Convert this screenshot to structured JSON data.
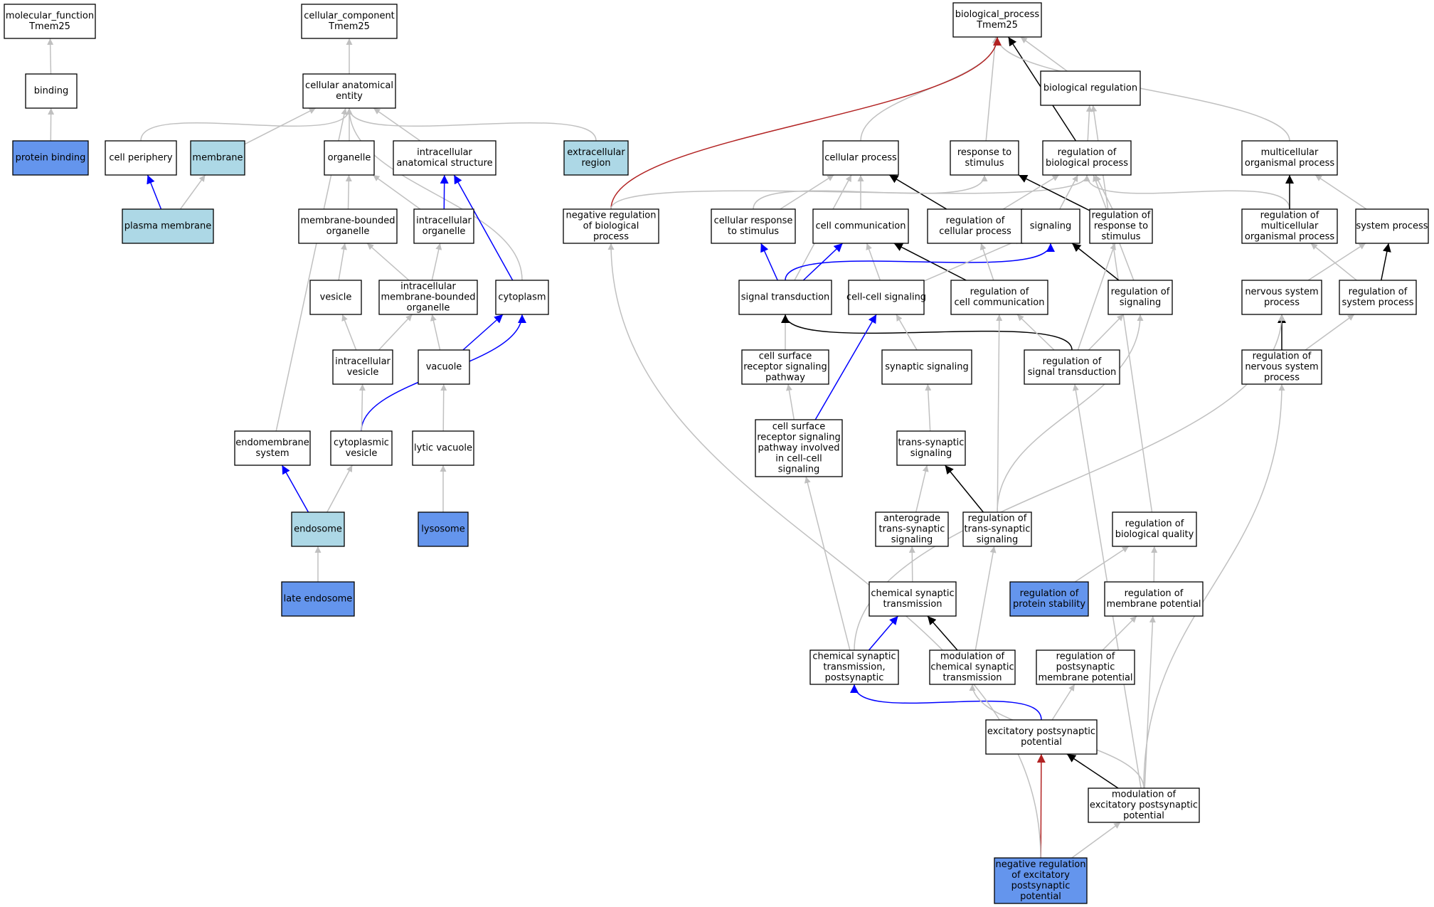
{
  "colors": {
    "default_fill": "#ffffff",
    "light_fill": "#add8e6",
    "annotated_fill": "#6495ed",
    "is_a": "#c0c0c0",
    "part_of": "#0000ff",
    "regulates": "#000000",
    "negatively_regulates": "#b22222"
  },
  "nodes": [
    {
      "id": "mf",
      "lines": [
        "molecular_function",
        "Tmem25"
      ],
      "fill": "default"
    },
    {
      "id": "binding",
      "lines": [
        "binding"
      ],
      "fill": "default"
    },
    {
      "id": "protein_binding",
      "lines": [
        "protein binding"
      ],
      "fill": "annotated"
    },
    {
      "id": "cc",
      "lines": [
        "cellular_component",
        "Tmem25"
      ],
      "fill": "default"
    },
    {
      "id": "cae",
      "lines": [
        "cellular anatomical",
        "entity"
      ],
      "fill": "default"
    },
    {
      "id": "cell_periphery",
      "lines": [
        "cell periphery"
      ],
      "fill": "default"
    },
    {
      "id": "membrane",
      "lines": [
        "membrane"
      ],
      "fill": "light"
    },
    {
      "id": "organelle",
      "lines": [
        "organelle"
      ],
      "fill": "default"
    },
    {
      "id": "ias",
      "lines": [
        "intracellular",
        "anatomical structure"
      ],
      "fill": "default"
    },
    {
      "id": "extracellular_region",
      "lines": [
        "extracellular",
        "region"
      ],
      "fill": "light"
    },
    {
      "id": "plasma_membrane",
      "lines": [
        "plasma membrane"
      ],
      "fill": "light"
    },
    {
      "id": "mbo",
      "lines": [
        "membrane-bounded",
        "organelle"
      ],
      "fill": "default"
    },
    {
      "id": "io",
      "lines": [
        "intracellular",
        "organelle"
      ],
      "fill": "default"
    },
    {
      "id": "vesicle",
      "lines": [
        "vesicle"
      ],
      "fill": "default"
    },
    {
      "id": "imbo",
      "lines": [
        "intracellular",
        "membrane-bounded",
        "organelle"
      ],
      "fill": "default"
    },
    {
      "id": "cytoplasm",
      "lines": [
        "cytoplasm"
      ],
      "fill": "default"
    },
    {
      "id": "ivesicle",
      "lines": [
        "intracellular",
        "vesicle"
      ],
      "fill": "default"
    },
    {
      "id": "vacuole",
      "lines": [
        "vacuole"
      ],
      "fill": "default"
    },
    {
      "id": "endomembrane",
      "lines": [
        "endomembrane",
        "system"
      ],
      "fill": "default"
    },
    {
      "id": "cvesicle",
      "lines": [
        "cytoplasmic",
        "vesicle"
      ],
      "fill": "default"
    },
    {
      "id": "lytic_vacuole",
      "lines": [
        "lytic vacuole"
      ],
      "fill": "default"
    },
    {
      "id": "endosome",
      "lines": [
        "endosome"
      ],
      "fill": "light"
    },
    {
      "id": "lysosome",
      "lines": [
        "lysosome"
      ],
      "fill": "annotated"
    },
    {
      "id": "late_endosome",
      "lines": [
        "late endosome"
      ],
      "fill": "annotated"
    },
    {
      "id": "bp",
      "lines": [
        "biological_process",
        "Tmem25"
      ],
      "fill": "default"
    },
    {
      "id": "bioreg",
      "lines": [
        "biological regulation"
      ],
      "fill": "default"
    },
    {
      "id": "cellproc",
      "lines": [
        "cellular process"
      ],
      "fill": "default"
    },
    {
      "id": "resp",
      "lines": [
        "response to",
        "stimulus"
      ],
      "fill": "default"
    },
    {
      "id": "regbp",
      "lines": [
        "regulation of",
        "biological process"
      ],
      "fill": "default"
    },
    {
      "id": "mop",
      "lines": [
        "multicellular",
        "organismal process"
      ],
      "fill": "default"
    },
    {
      "id": "negregbp",
      "lines": [
        "negative regulation",
        "of biological",
        "process"
      ],
      "fill": "default"
    },
    {
      "id": "cresp",
      "lines": [
        "cellular response",
        "to stimulus"
      ],
      "fill": "default"
    },
    {
      "id": "cellcomm",
      "lines": [
        "cell communication"
      ],
      "fill": "default"
    },
    {
      "id": "regcp",
      "lines": [
        "regulation of",
        "cellular process"
      ],
      "fill": "default"
    },
    {
      "id": "signaling",
      "lines": [
        "signaling"
      ],
      "fill": "default"
    },
    {
      "id": "regresp",
      "lines": [
        "regulation of",
        "response to",
        "stimulus"
      ],
      "fill": "default"
    },
    {
      "id": "regmop",
      "lines": [
        "regulation of",
        "multicellular",
        "organismal process"
      ],
      "fill": "default"
    },
    {
      "id": "sysproc",
      "lines": [
        "system process"
      ],
      "fill": "default"
    },
    {
      "id": "sigtrans",
      "lines": [
        "signal transduction"
      ],
      "fill": "default"
    },
    {
      "id": "ccsig",
      "lines": [
        "cell-cell signaling"
      ],
      "fill": "default"
    },
    {
      "id": "regcc",
      "lines": [
        "regulation of",
        "cell communication"
      ],
      "fill": "default"
    },
    {
      "id": "regsig",
      "lines": [
        "regulation of",
        "signaling"
      ],
      "fill": "default"
    },
    {
      "id": "nsp",
      "lines": [
        "nervous system",
        "process"
      ],
      "fill": "default"
    },
    {
      "id": "regsys",
      "lines": [
        "regulation of",
        "system process"
      ],
      "fill": "default"
    },
    {
      "id": "csrsp",
      "lines": [
        "cell surface",
        "receptor signaling",
        "pathway"
      ],
      "fill": "default"
    },
    {
      "id": "synsig",
      "lines": [
        "synaptic signaling"
      ],
      "fill": "default"
    },
    {
      "id": "regst",
      "lines": [
        "regulation of",
        "signal transduction"
      ],
      "fill": "default"
    },
    {
      "id": "regnsp",
      "lines": [
        "regulation of",
        "nervous system",
        "process"
      ],
      "fill": "default"
    },
    {
      "id": "csrspcc",
      "lines": [
        "cell surface",
        "receptor signaling",
        "pathway involved",
        "in cell-cell",
        "signaling"
      ],
      "fill": "default"
    },
    {
      "id": "tss",
      "lines": [
        "trans-synaptic",
        "signaling"
      ],
      "fill": "default"
    },
    {
      "id": "atss",
      "lines": [
        "anterograde",
        "trans-synaptic",
        "signaling"
      ],
      "fill": "default"
    },
    {
      "id": "regtss",
      "lines": [
        "regulation of",
        "trans-synaptic",
        "signaling"
      ],
      "fill": "default"
    },
    {
      "id": "regbq",
      "lines": [
        "regulation of",
        "biological quality"
      ],
      "fill": "default"
    },
    {
      "id": "regps",
      "lines": [
        "regulation of",
        "protein stability"
      ],
      "fill": "annotated"
    },
    {
      "id": "cst",
      "lines": [
        "chemical synaptic",
        "transmission"
      ],
      "fill": "default"
    },
    {
      "id": "regmp",
      "lines": [
        "regulation of",
        "membrane potential"
      ],
      "fill": "default"
    },
    {
      "id": "cstp",
      "lines": [
        "chemical synaptic",
        "transmission,",
        "postsynaptic"
      ],
      "fill": "default"
    },
    {
      "id": "modcst",
      "lines": [
        "modulation of",
        "chemical synaptic",
        "transmission"
      ],
      "fill": "default"
    },
    {
      "id": "regpmp",
      "lines": [
        "regulation of",
        "postsynaptic",
        "membrane potential"
      ],
      "fill": "default"
    },
    {
      "id": "epsp",
      "lines": [
        "excitatory postsynaptic",
        "potential"
      ],
      "fill": "default"
    },
    {
      "id": "modepsp",
      "lines": [
        "modulation of",
        "excitatory postsynaptic",
        "potential"
      ],
      "fill": "default"
    },
    {
      "id": "negregepsp",
      "lines": [
        "negative regulation",
        "of excitatory",
        "postsynaptic",
        "potential"
      ],
      "fill": "annotated"
    }
  ],
  "edges": [
    {
      "from": "binding",
      "to": "mf",
      "rel": "is_a"
    },
    {
      "from": "protein_binding",
      "to": "binding",
      "rel": "is_a"
    },
    {
      "from": "cae",
      "to": "cc",
      "rel": "is_a"
    },
    {
      "from": "cell_periphery",
      "to": "cae",
      "rel": "is_a"
    },
    {
      "from": "membrane",
      "to": "cae",
      "rel": "is_a"
    },
    {
      "from": "organelle",
      "to": "cae",
      "rel": "is_a"
    },
    {
      "from": "ias",
      "to": "cae",
      "rel": "is_a"
    },
    {
      "from": "extracellular_region",
      "to": "cae",
      "rel": "is_a"
    },
    {
      "from": "cytoplasm",
      "to": "cae",
      "rel": "is_a"
    },
    {
      "from": "endomembrane",
      "to": "cae",
      "rel": "is_a"
    },
    {
      "from": "plasma_membrane",
      "to": "cell_periphery",
      "rel": "part_of"
    },
    {
      "from": "plasma_membrane",
      "to": "membrane",
      "rel": "is_a"
    },
    {
      "from": "mbo",
      "to": "organelle",
      "rel": "is_a"
    },
    {
      "from": "io",
      "to": "organelle",
      "rel": "is_a"
    },
    {
      "from": "io",
      "to": "ias",
      "rel": "part_of"
    },
    {
      "from": "cytoplasm",
      "to": "ias",
      "rel": "part_of"
    },
    {
      "from": "vesicle",
      "to": "mbo",
      "rel": "is_a"
    },
    {
      "from": "imbo",
      "to": "mbo",
      "rel": "is_a"
    },
    {
      "from": "imbo",
      "to": "io",
      "rel": "is_a"
    },
    {
      "from": "ivesicle",
      "to": "vesicle",
      "rel": "is_a"
    },
    {
      "from": "ivesicle",
      "to": "imbo",
      "rel": "is_a"
    },
    {
      "from": "vacuole",
      "to": "imbo",
      "rel": "is_a"
    },
    {
      "from": "vacuole",
      "to": "cytoplasm",
      "rel": "part_of"
    },
    {
      "from": "cvesicle",
      "to": "cytoplasm",
      "rel": "part_of"
    },
    {
      "from": "cvesicle",
      "to": "ivesicle",
      "rel": "is_a"
    },
    {
      "from": "lytic_vacuole",
      "to": "vacuole",
      "rel": "is_a"
    },
    {
      "from": "endosome",
      "to": "endomembrane",
      "rel": "part_of"
    },
    {
      "from": "endosome",
      "to": "cvesicle",
      "rel": "is_a"
    },
    {
      "from": "lysosome",
      "to": "lytic_vacuole",
      "rel": "is_a"
    },
    {
      "from": "late_endosome",
      "to": "endosome",
      "rel": "is_a"
    },
    {
      "from": "bioreg",
      "to": "bp",
      "rel": "is_a"
    },
    {
      "from": "cellproc",
      "to": "bp",
      "rel": "is_a"
    },
    {
      "from": "resp",
      "to": "bp",
      "rel": "is_a"
    },
    {
      "from": "regbp",
      "to": "bp",
      "rel": "regulates"
    },
    {
      "from": "mop",
      "to": "bp",
      "rel": "is_a"
    },
    {
      "from": "negregbp",
      "to": "bp",
      "rel": "negatively_regulates"
    },
    {
      "from": "regbp",
      "to": "bioreg",
      "rel": "is_a"
    },
    {
      "from": "regbq",
      "to": "bioreg",
      "rel": "is_a"
    },
    {
      "from": "negregbp",
      "to": "regbp",
      "rel": "is_a"
    },
    {
      "from": "cresp",
      "to": "cellproc",
      "rel": "is_a"
    },
    {
      "from": "cellcomm",
      "to": "cellproc",
      "rel": "is_a"
    },
    {
      "from": "regcp",
      "to": "cellproc",
      "rel": "regulates"
    },
    {
      "from": "sigtrans",
      "to": "cellproc",
      "rel": "is_a"
    },
    {
      "from": "cresp",
      "to": "resp",
      "rel": "is_a"
    },
    {
      "from": "regresp",
      "to": "resp",
      "rel": "regulates"
    },
    {
      "from": "regcp",
      "to": "regbp",
      "rel": "is_a"
    },
    {
      "from": "signaling",
      "to": "regbp",
      "rel": "is_a"
    },
    {
      "from": "regresp",
      "to": "regbp",
      "rel": "is_a"
    },
    {
      "from": "regmop",
      "to": "regbp",
      "rel": "is_a"
    },
    {
      "from": "regsig",
      "to": "regbp",
      "rel": "is_a"
    },
    {
      "from": "regmop",
      "to": "mop",
      "rel": "regulates"
    },
    {
      "from": "sysproc",
      "to": "mop",
      "rel": "is_a"
    },
    {
      "from": "sigtrans",
      "to": "cresp",
      "rel": "part_of"
    },
    {
      "from": "sigtrans",
      "to": "cellcomm",
      "rel": "part_of"
    },
    {
      "from": "ccsig",
      "to": "cellcomm",
      "rel": "is_a"
    },
    {
      "from": "regcc",
      "to": "cellcomm",
      "rel": "regulates"
    },
    {
      "from": "sigtrans",
      "to": "signaling",
      "rel": "part_of"
    },
    {
      "from": "ccsig",
      "to": "signaling",
      "rel": "is_a"
    },
    {
      "from": "regsig",
      "to": "signaling",
      "rel": "regulates"
    },
    {
      "from": "regcc",
      "to": "regcp",
      "rel": "is_a"
    },
    {
      "from": "regst",
      "to": "regresp",
      "rel": "is_a"
    },
    {
      "from": "regsys",
      "to": "regmop",
      "rel": "is_a"
    },
    {
      "from": "nsp",
      "to": "sysproc",
      "rel": "is_a"
    },
    {
      "from": "regsys",
      "to": "sysproc",
      "rel": "regulates"
    },
    {
      "from": "csrsp",
      "to": "sigtrans",
      "rel": "is_a"
    },
    {
      "from": "regst",
      "to": "sigtrans",
      "rel": "regulates"
    },
    {
      "from": "csrspcc",
      "to": "ccsig",
      "rel": "part_of"
    },
    {
      "from": "synsig",
      "to": "ccsig",
      "rel": "is_a"
    },
    {
      "from": "regst",
      "to": "regcc",
      "rel": "is_a"
    },
    {
      "from": "regtss",
      "to": "regcc",
      "rel": "is_a"
    },
    {
      "from": "regst",
      "to": "regsig",
      "rel": "is_a"
    },
    {
      "from": "regtss",
      "to": "regsig",
      "rel": "is_a"
    },
    {
      "from": "regnsp",
      "to": "nsp",
      "rel": "regulates"
    },
    {
      "from": "cstp",
      "to": "nsp",
      "rel": "is_a"
    },
    {
      "from": "regnsp",
      "to": "regsys",
      "rel": "is_a"
    },
    {
      "from": "csrspcc",
      "to": "csrsp",
      "rel": "is_a"
    },
    {
      "from": "tss",
      "to": "synsig",
      "rel": "is_a"
    },
    {
      "from": "modepsp",
      "to": "regst",
      "rel": "is_a"
    },
    {
      "from": "modepsp",
      "to": "regnsp",
      "rel": "is_a"
    },
    {
      "from": "cstp",
      "to": "csrspcc",
      "rel": "is_a"
    },
    {
      "from": "atss",
      "to": "tss",
      "rel": "is_a"
    },
    {
      "from": "regtss",
      "to": "tss",
      "rel": "regulates"
    },
    {
      "from": "cst",
      "to": "atss",
      "rel": "is_a"
    },
    {
      "from": "modcst",
      "to": "regtss",
      "rel": "is_a"
    },
    {
      "from": "regps",
      "to": "regbq",
      "rel": "is_a"
    },
    {
      "from": "regmp",
      "to": "regbq",
      "rel": "is_a"
    },
    {
      "from": "cstp",
      "to": "cst",
      "rel": "part_of"
    },
    {
      "from": "modcst",
      "to": "cst",
      "rel": "regulates"
    },
    {
      "from": "regpmp",
      "to": "regmp",
      "rel": "is_a"
    },
    {
      "from": "modepsp",
      "to": "regmp",
      "rel": "is_a"
    },
    {
      "from": "epsp",
      "to": "cstp",
      "rel": "part_of"
    },
    {
      "from": "modepsp",
      "to": "modcst",
      "rel": "is_a"
    },
    {
      "from": "epsp",
      "to": "regpmp",
      "rel": "is_a"
    },
    {
      "from": "modepsp",
      "to": "epsp",
      "rel": "regulates"
    },
    {
      "from": "negregepsp",
      "to": "epsp",
      "rel": "negatively_regulates"
    },
    {
      "from": "negregepsp",
      "to": "modepsp",
      "rel": "is_a"
    },
    {
      "from": "negregepsp",
      "to": "negregbp",
      "rel": "is_a"
    }
  ]
}
